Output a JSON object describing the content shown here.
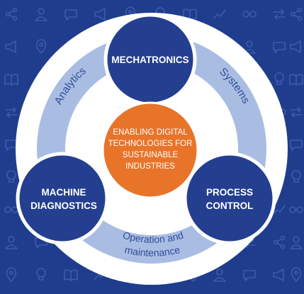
{
  "colors": {
    "background": "#1f3d8c",
    "background_icons": "#3b5bae",
    "outer_ring": "#ffffff",
    "arc_band": "#a9bde3",
    "arc_text": "#2e4d98",
    "node_fill": "#243f8f",
    "node_text": "#ffffff",
    "center_fill": "#e8742a",
    "center_text": "#ffffff"
  },
  "center": {
    "lines": [
      "ENABLING DIGITAL",
      "TECHNOLOGIES FOR",
      "SUSTAINABLE",
      "INDUSTRIES"
    ]
  },
  "nodes": [
    {
      "id": "mechatronics",
      "lines": [
        "MECHATRONICS"
      ]
    },
    {
      "id": "machine-diagnostics",
      "lines": [
        "MACHINE",
        "DIAGNOSTICS"
      ]
    },
    {
      "id": "process-control",
      "lines": [
        "PROCESS",
        "CONTROL"
      ]
    }
  ],
  "arc_labels": [
    {
      "id": "analytics",
      "lines": [
        "Analytics"
      ]
    },
    {
      "id": "systems",
      "lines": [
        "Systems"
      ]
    },
    {
      "id": "operation-maintenance",
      "lines": [
        "Operation and",
        "maintenance"
      ]
    }
  ],
  "background_icons": [
    "share-icon",
    "user-icon",
    "chat-bubble-icon",
    "megaphone-icon",
    "location-pin-icon",
    "lightbulb-icon",
    "book-icon",
    "chart-line-icon",
    "glasses-icon",
    "swap-arrows-icon"
  ]
}
